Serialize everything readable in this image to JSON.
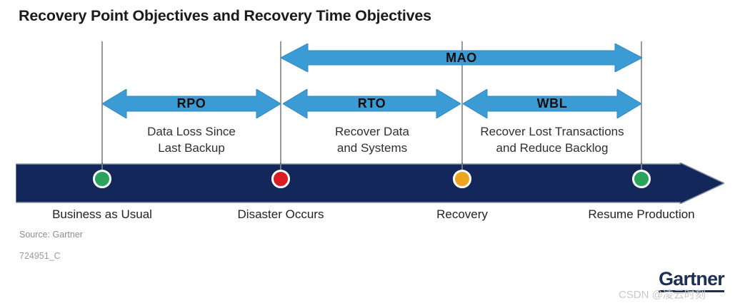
{
  "title": "Recovery Point Objectives and Recovery Time Objectives",
  "colors": {
    "arrow_blue": "#3b9bd5",
    "arrow_blue_edge": "#2e8ac4",
    "timeline_navy": "#13275b",
    "timeline_border": "#8d95a6",
    "guide_gray": "#9a9a9a",
    "dot_green": "#2aa35f",
    "dot_red": "#dc1c24",
    "dot_orange": "#eda521",
    "logo_navy": "#1d2f55",
    "watermark_gray": "#c9c9c9"
  },
  "spans": [
    {
      "id": "mao",
      "label": "MAO",
      "caption_line1": "",
      "caption_line2": ""
    },
    {
      "id": "rpo",
      "label": "RPO",
      "caption_line1": "Data Loss Since",
      "caption_line2": "Last Backup"
    },
    {
      "id": "rto",
      "label": "RTO",
      "caption_line1": "Recover Data",
      "caption_line2": "and Systems"
    },
    {
      "id": "wbl",
      "label": "WBL",
      "caption_line1": "Recover Lost Transactions",
      "caption_line2": "and Reduce Backlog"
    }
  ],
  "milestones": [
    {
      "id": "business-as-usual",
      "label": "Business as Usual",
      "color": "#2aa35f"
    },
    {
      "id": "disaster-occurs",
      "label": "Disaster Occurs",
      "color": "#dc1c24"
    },
    {
      "id": "recovery",
      "label": "Recovery",
      "color": "#eda521"
    },
    {
      "id": "resume-production",
      "label": "Resume Production",
      "color": "#2aa35f"
    }
  ],
  "footer": {
    "source": "Source: Gartner",
    "doc_id": "724951_C"
  },
  "logo": {
    "word": "Gartner"
  },
  "watermark": {
    "text": "CSDN @凌云时刻"
  }
}
